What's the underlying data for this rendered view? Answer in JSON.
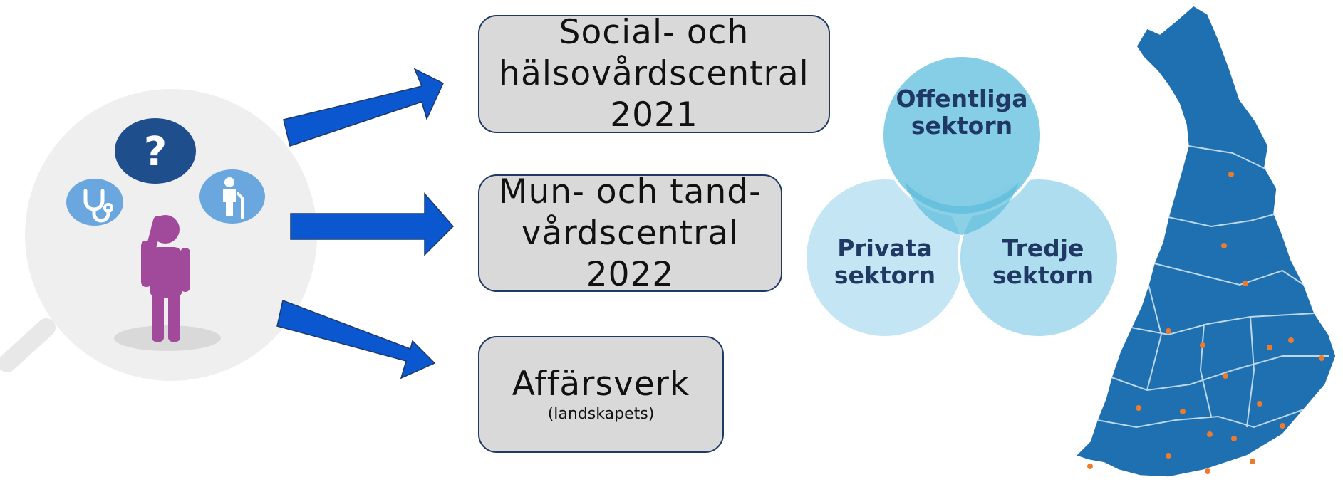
{
  "person_illustration": {
    "icons": [
      "question-icon",
      "stethoscope-icon",
      "elderly-person-icon",
      "person-on-phone-icon"
    ],
    "question_mark": "?"
  },
  "boxes": [
    {
      "lines": [
        "Social- och",
        "hälsovårdscentral",
        "2021"
      ]
    },
    {
      "lines": [
        "Mun- och tand-",
        "vårdscentral",
        "2022"
      ]
    },
    {
      "main": "Affärsverk",
      "sub": "(landskapets)"
    }
  ],
  "venn": {
    "top": [
      "Offentliga",
      "sektorn"
    ],
    "left": [
      "Privata",
      "sektorn"
    ],
    "right": [
      "Tredje",
      "sektorn"
    ]
  },
  "colors": {
    "arrow": "#0a57d0",
    "box_fill": "#d9d9d9",
    "box_border": "#1f3864",
    "venn_text": "#1f3864",
    "map_fill": "#1f70b0",
    "map_dots": "#f07a2a",
    "person": "#a1499a"
  }
}
